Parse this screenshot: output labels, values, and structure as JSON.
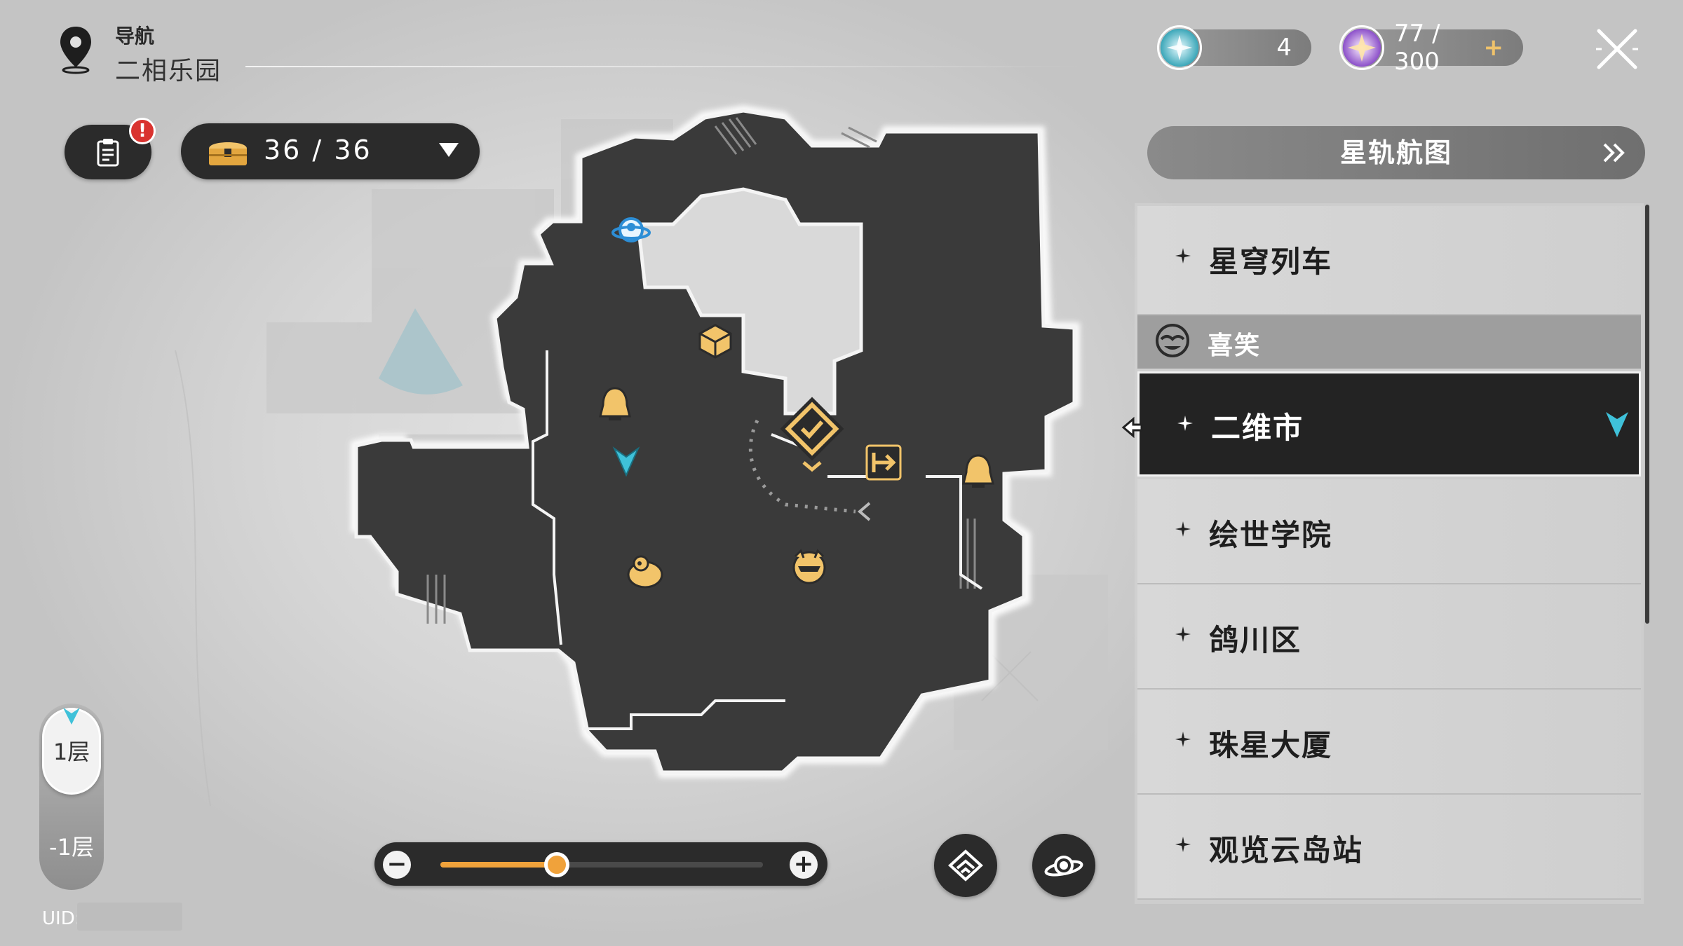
{
  "header": {
    "nav_label": "导航",
    "location": "二相乐园",
    "currencies": [
      {
        "name": "stellar-jade",
        "value": "4",
        "icon": "jade-icon",
        "color": "#7ad0d8"
      },
      {
        "name": "trailblaze-power",
        "value": "77 / 300",
        "icon": "power-icon",
        "color": "#c9a0e6",
        "plus": "+"
      }
    ],
    "close_icon": "close-icon"
  },
  "toolbar": {
    "log_badge": "!",
    "chest_count": "36 / 36"
  },
  "floors": {
    "active": "1层",
    "other": "-1层"
  },
  "uid": {
    "label": "UID:"
  },
  "zoom": {
    "minus": "−",
    "plus": "+",
    "level": 0.36
  },
  "right_panel": {
    "star_rail_map": "星轨航图",
    "section_header": "喜笑",
    "items": [
      {
        "label": "星穹列车"
      },
      {
        "label": "二维市"
      },
      {
        "label": "绘世学院"
      },
      {
        "label": "鸽川区"
      },
      {
        "label": "珠星大厦"
      },
      {
        "label": "观览云岛站"
      }
    ],
    "active_index": 1
  },
  "colors": {
    "accent_orange": "#f0a23b",
    "player_cyan": "#3fc1d9",
    "dark_pill": "#2b2b2b",
    "map_floor": "#3b3b3b",
    "badge_red": "#d9332f"
  }
}
